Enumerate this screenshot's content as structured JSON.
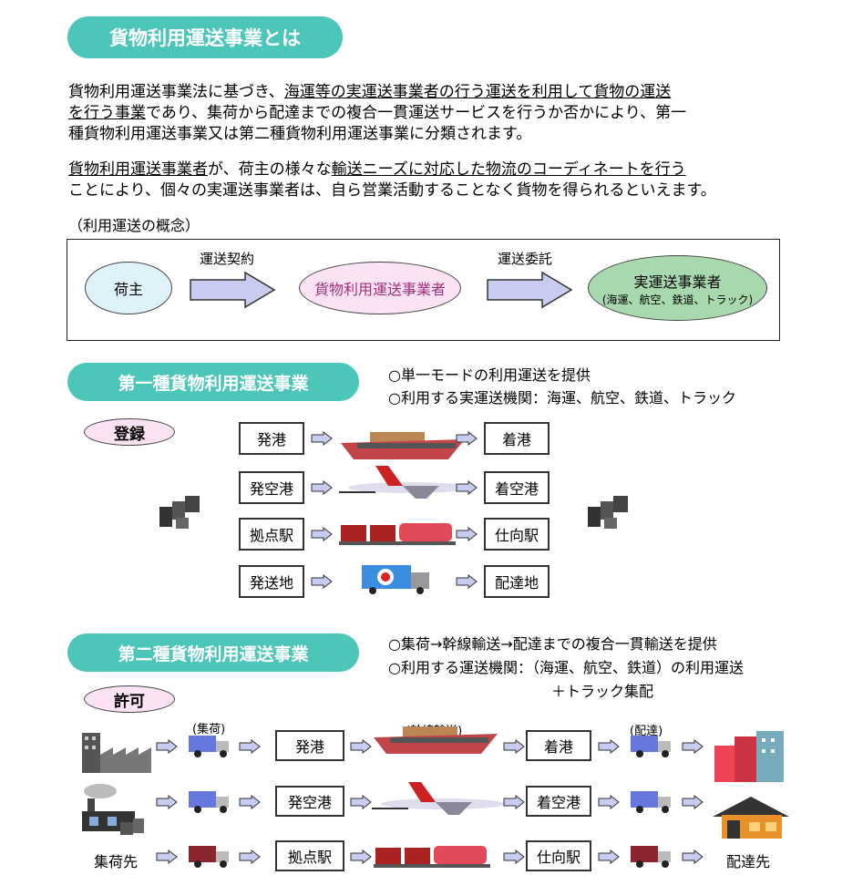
{
  "title": "貨物利用運送事業とは",
  "intro": {
    "p1_l1_a": "貨物利用運送事業法に基づき、",
    "p1_l1_b": "海運等の実運送事業者の行う運送を利用して貨物の運送",
    "p1_l2_a": "を行う事業",
    "p1_l2_b": "であり、集荷から配達までの複合一貫運送サービスを行うか否かにより、第一",
    "p1_l3": "種貨物利用運送事業又は第二種貨物利用運送事業に分類されます。",
    "p2_l1_a": "貨物利用運送事業者",
    "p2_l1_b": "が、荷主の様々な",
    "p2_l1_c": "輸送ニーズに対応した物流のコーディネートを行う",
    "p2_l2": "ことにより、個々の実運送事業者は、自ら営業活動することなく貨物を得られるといえます。"
  },
  "concept": {
    "caption": "（利用運送の概念）",
    "shipper": "荷主",
    "contract_label": "運送契約",
    "forwarder": "貨物利用運送事業者",
    "consign_label": "運送委託",
    "carrier": "実運送事業者",
    "carrier_sub": "(海運、航空、鉄道、トラック)"
  },
  "type1": {
    "title": "第一種貨物利用運送事業",
    "note1": "○単一モードの利用運送を提供",
    "note2": "○利用する実運送機関：海運、航空、鉄道、トラック",
    "badge": "登録",
    "rows": [
      {
        "from": "発港",
        "to": "着港",
        "mode": "ship"
      },
      {
        "from": "発空港",
        "to": "着空港",
        "mode": "plane"
      },
      {
        "from": "拠点駅",
        "to": "仕向駅",
        "mode": "train"
      },
      {
        "from": "発送地",
        "to": "配達地",
        "mode": "truck"
      }
    ]
  },
  "type2": {
    "title": "第二種貨物利用運送事業",
    "note1": "○集荷→幹線輸送→配達までの複合一貫輸送を提供",
    "note2": "○利用する運送機関：（海運、航空、鉄道）の利用運送",
    "note3": "＋トラック集配",
    "badge": "許可",
    "label_pickup": "(集荷)",
    "label_trunk": "(幹線輸送)",
    "label_delivery": "(配達)",
    "rows": [
      {
        "from": "発港",
        "to": "着港"
      },
      {
        "from": "発空港",
        "to": "着空港"
      },
      {
        "from": "拠点駅",
        "to": "仕向駅"
      }
    ],
    "origin": "集荷先",
    "destination": "配達先"
  },
  "colors": {
    "accent": "#4cc6b9",
    "arrow_fill": "#c8ccf0",
    "shipper_fill": "#dff2fa",
    "forwarder_fill": "#fbe3f3",
    "carrier_fill": "#a8d8ae",
    "forwarder_text": "#a0307a",
    "badge_fill": "#fbe3f3"
  }
}
